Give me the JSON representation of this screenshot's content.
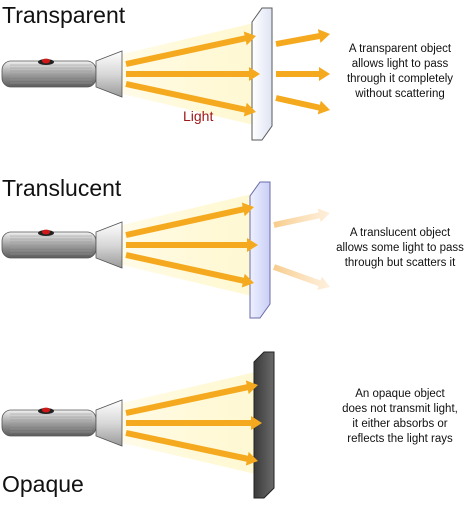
{
  "panels": [
    {
      "title": "Transparent",
      "lines": [
        "A transparent object",
        "allows light to pass",
        "through it completely",
        "without scattering"
      ],
      "panel_color": "#e9ecf6",
      "exit_arrows": "sharp"
    },
    {
      "title": "Translucent",
      "lines": [
        "A translucent object",
        "allows some light to pass",
        "through but scatters it"
      ],
      "panel_color": "#d9ddf8",
      "exit_arrows": "faded"
    },
    {
      "title": "Opaque",
      "lines": [
        "An opaque object",
        "does not transmit light,",
        "it either absorbs or",
        "reflects the light rays"
      ],
      "panel_color": "#5a5a5a",
      "exit_arrows": "none"
    }
  ],
  "light_label": "Light",
  "colors": {
    "ray": "#f4a91e",
    "glow": "#fff3b0",
    "light_label": "#a01818"
  }
}
